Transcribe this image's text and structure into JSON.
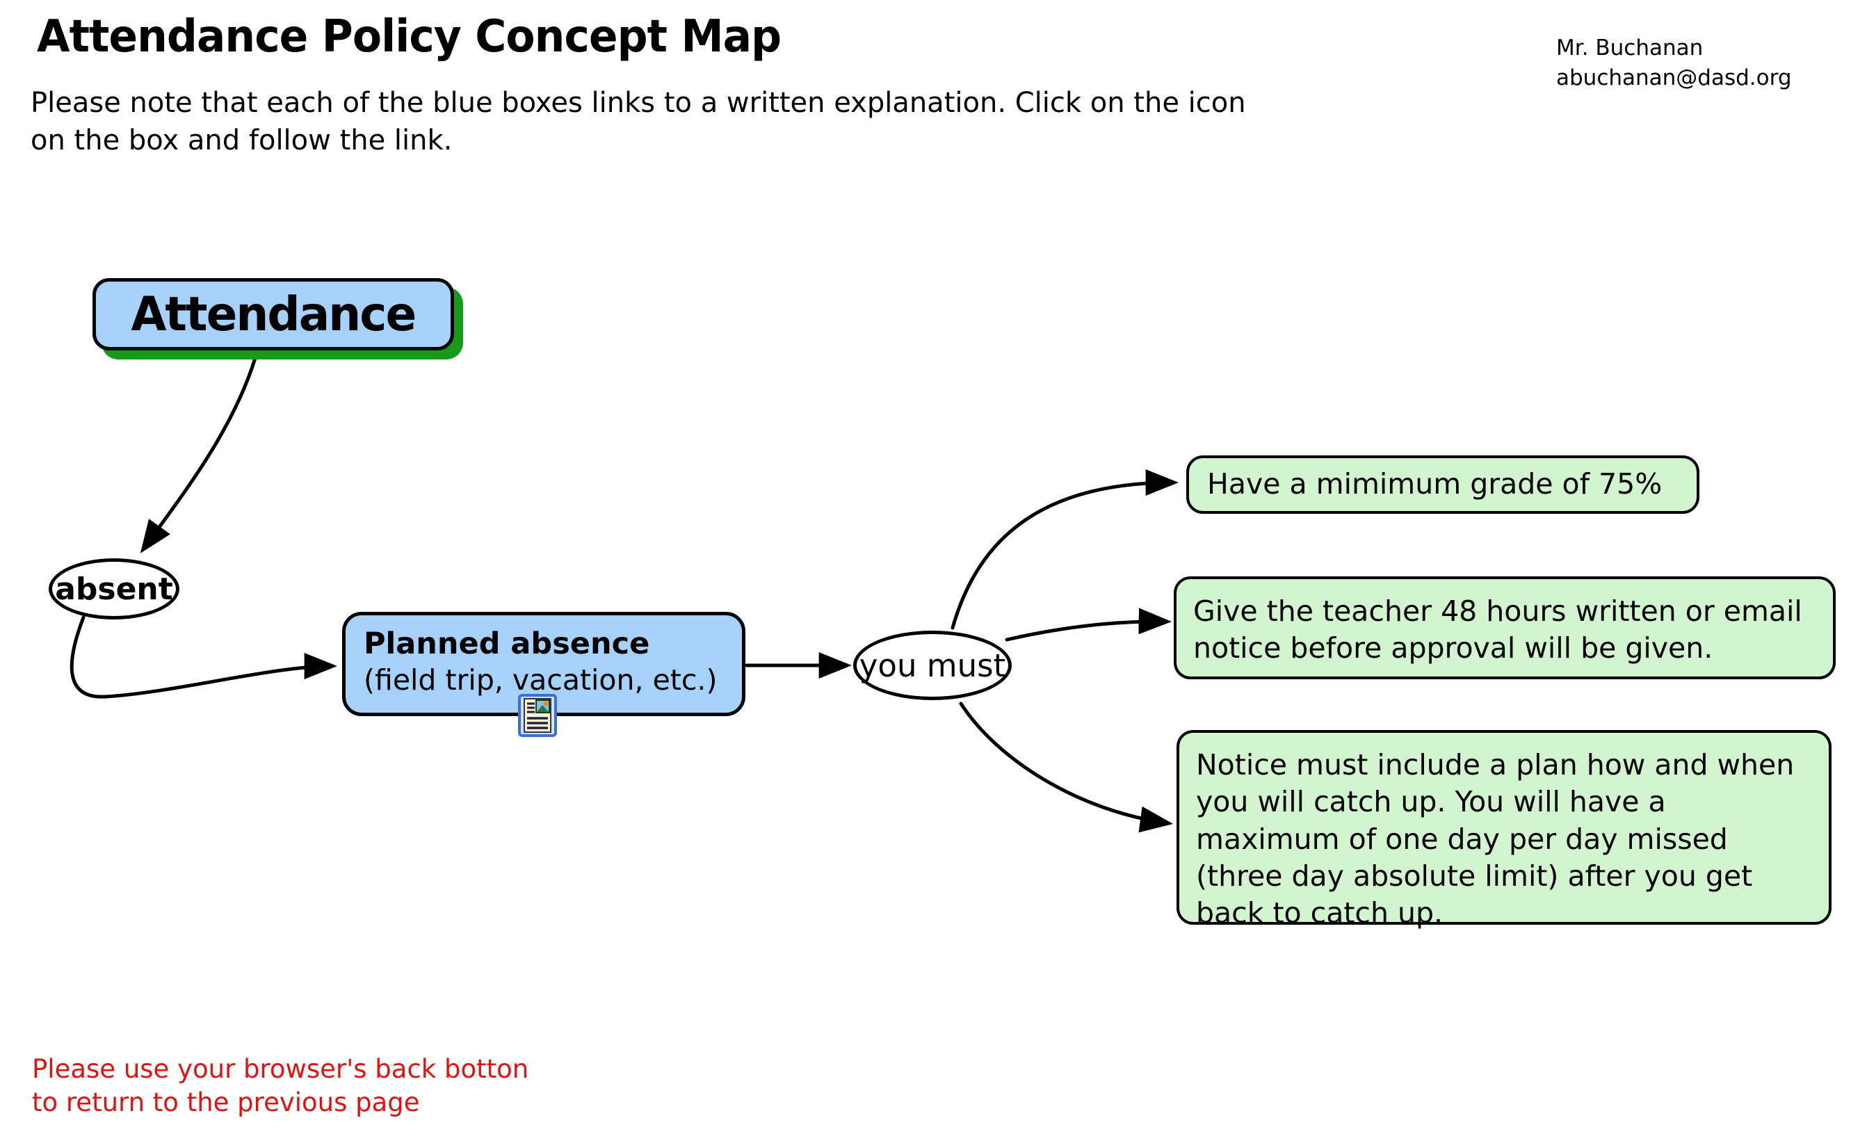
{
  "header": {
    "title": "Attendance Policy Concept Map",
    "subtitle": "Please note that each of the blue boxes links to a written explanation. Click on the icon\non the box and follow the link.",
    "author_name": "Mr. Buchanan",
    "author_email": "abuchanan@dasd.org"
  },
  "map": {
    "root": {
      "label": "Attendance"
    },
    "absent": {
      "label": "absent"
    },
    "planned": {
      "title": "Planned absence",
      "subtitle": "(field trip, vacation, etc.)",
      "icon": "document-link-icon"
    },
    "youmust": {
      "label": "you must"
    },
    "requirements": [
      {
        "text": "Have a mimimum grade of 75%"
      },
      {
        "text": "Give the teacher 48 hours written or email\nnotice before approval will be given."
      },
      {
        "text": "Notice must include a plan how and when\nyou will catch up. You will have a\nmaximum of one day per day missed\n(three day absolute limit) after you get\nback to catch up."
      }
    ]
  },
  "footer": {
    "note": "Please use your browser's back botton\nto return to the previous page"
  },
  "colors": {
    "node_blue": "#a6d2fa",
    "shadow_green": "#189918",
    "requirement_green": "#d2f5cf",
    "note_red": "#e01212",
    "line_black": "#000000"
  }
}
